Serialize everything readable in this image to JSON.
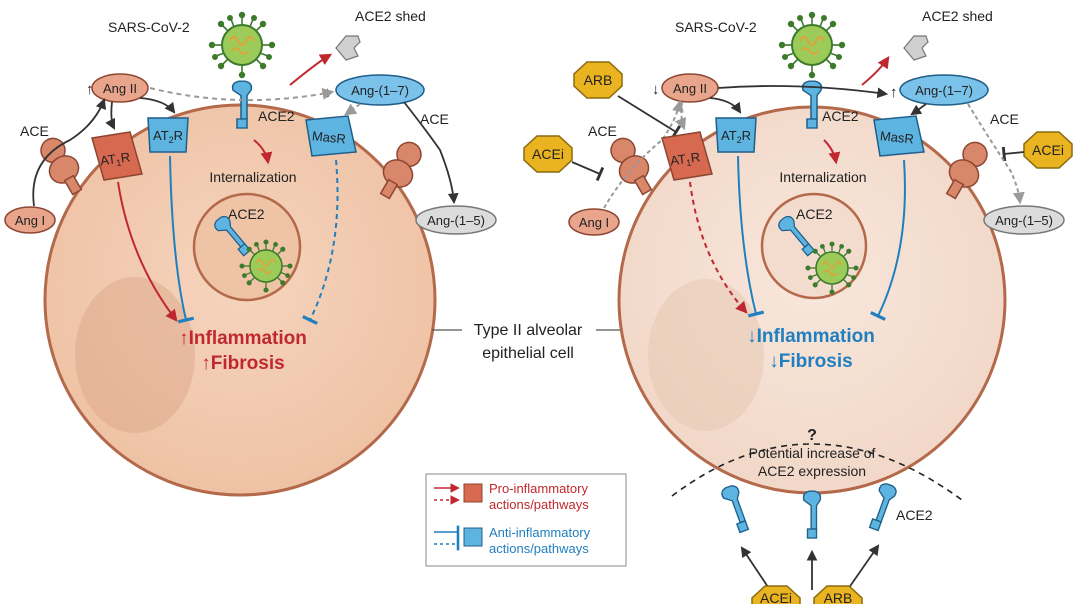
{
  "colors": {
    "cell_fill_left": "#f1c9ad",
    "cell_fill_right": "#f4ddd0",
    "cell_border": "#b3694a",
    "pro_red": "#c0282f",
    "anti_blue": "#1f7fbf",
    "receptor_red": "#d6694f",
    "receptor_blue": "#5eb4e0",
    "drug_gold": "#eab420",
    "peptide_grey": "#dcdcdc",
    "ang2_pink": "#e8a58b",
    "ang17_blue": "#7ac2ea"
  },
  "icons": {
    "virus": "sars-cov-2-virion-icon",
    "ace2": "ace2-receptor-icon",
    "ace": "ace-enzyme-icon",
    "shed": "ace2-shed-fragment-icon"
  },
  "left": {
    "virus_label": "SARS-CoV-2",
    "shed_label": "ACE2 shed",
    "ang2": "Ang II",
    "ang2_arrow": "↑",
    "ang17": "Ang-(1–7)",
    "ang17_arrow": "↓",
    "ace_left": "ACE",
    "ace_right": "ACE",
    "ace2": "ACE2",
    "ang1": "Ang I",
    "ang15": "Ang-(1–5)",
    "at1r_main": "AT",
    "at1r_sub": "1",
    "at1r_end": "R",
    "at2r_main": "AT",
    "at2r_sub": "2",
    "at2r_end": "R",
    "masr": "MasR",
    "internalization": "Internalization",
    "vesicle_ace2": "ACE2",
    "outcome1": "↑Inflammation",
    "outcome2": "↑Fibrosis"
  },
  "center": {
    "cell_label_line1": "Type II alveolar",
    "cell_label_line2": "epithelial cell"
  },
  "right": {
    "virus_label": "SARS-CoV-2",
    "shed_label": "ACE2 shed",
    "arb": "ARB",
    "ang2": "Ang II",
    "ang2_arrow": "↓",
    "ang17": "Ang-(1–7)",
    "ang17_arrow": "↑",
    "acei_left": "ACEi",
    "acei_right": "ACEi",
    "ace_left": "ACE",
    "ace_right": "ACE",
    "ace2": "ACE2",
    "ang1": "Ang I",
    "ang15": "Ang-(1–5)",
    "at1r_main": "AT",
    "at1r_sub": "1",
    "at1r_end": "R",
    "at2r_main": "AT",
    "at2r_sub": "2",
    "at2r_end": "R",
    "masr": "MasR",
    "internalization": "Internalization",
    "vesicle_ace2": "ACE2",
    "outcome1": "↓Inflammation",
    "outcome2": "↓Fibrosis",
    "question": "?",
    "potential1": "Potential increase of",
    "potential2": "ACE2 expression",
    "ace2_bottom": "ACE2",
    "bottom_acei": "ACEi",
    "bottom_arb": "ARB"
  },
  "legend": {
    "pro_line1": "Pro-inflammatory",
    "pro_line2": "actions/pathways",
    "anti_line1": "Anti-inflammatory",
    "anti_line2": "actions/pathways"
  }
}
